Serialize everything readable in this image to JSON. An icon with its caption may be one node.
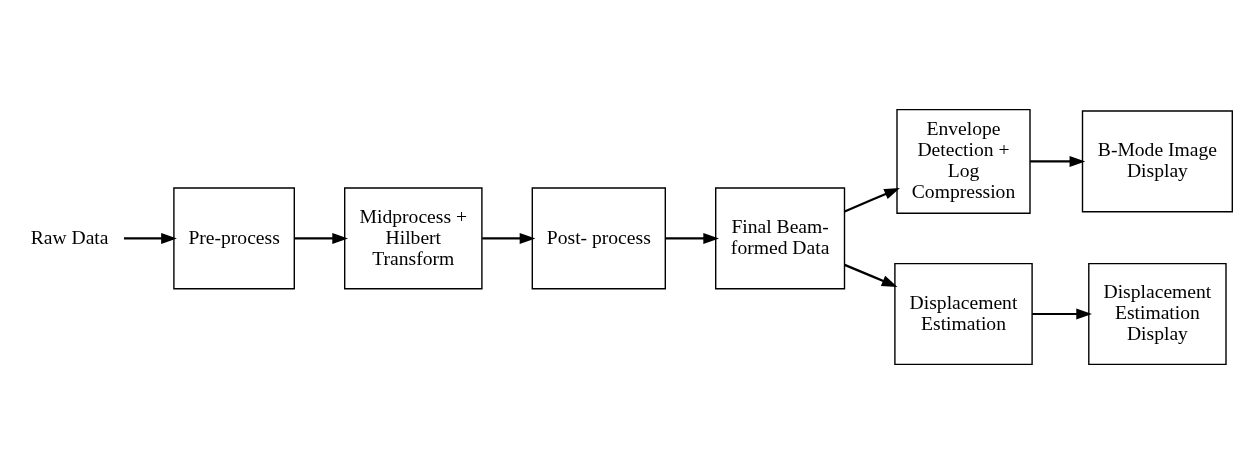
{
  "diagram": {
    "nodes": [
      {
        "text": [
          "Raw Data"
        ]
      },
      {
        "text": [
          "Pre-process"
        ]
      },
      {
        "text": [
          "Midprocess + Hilbert Transform"
        ]
      },
      {
        "text": [
          "Post- process"
        ]
      },
      {
        "text": [
          "Final Beam- formed Data"
        ]
      },
      {
        "text": [
          "Envelope Detection + Log Compression"
        ]
      },
      {
        "text": [
          "B-Mode Image Display"
        ]
      },
      {
        "text": [
          "Displacement Estimation"
        ]
      },
      {
        "text": [
          "Displacement Estimation Display"
        ]
      }
    ],
    "edges": [
      {
        "from": 0,
        "to": 1,
        "arrow": "to"
      },
      {
        "from": 1,
        "to": 2,
        "arrow": "to"
      },
      {
        "from": 2,
        "to": 3,
        "arrow": "to"
      },
      {
        "from": 3,
        "to": 4,
        "arrow": "to"
      },
      {
        "from": 4,
        "to": 5,
        "arrow": "to"
      },
      {
        "from": 5,
        "to": 6,
        "arrow": "to"
      },
      {
        "from": 4,
        "to": 7,
        "arrow": "to"
      },
      {
        "from": 7,
        "to": 8,
        "arrow": "to"
      }
    ]
  }
}
